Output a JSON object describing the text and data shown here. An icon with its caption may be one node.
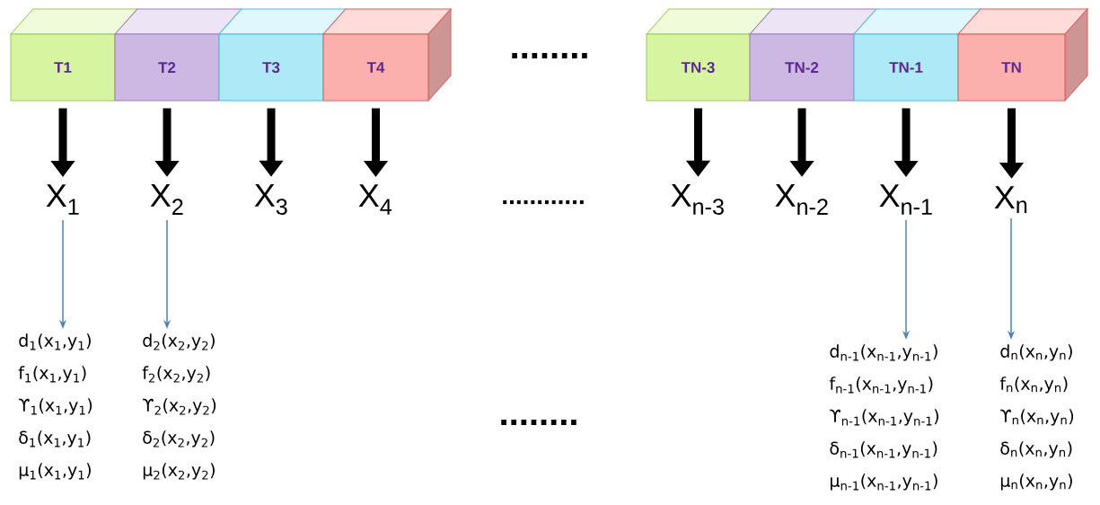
{
  "diagram": {
    "nodes": [
      {
        "text": [
          "T1"
        ]
      },
      {
        "text": [
          "T2"
        ]
      },
      {
        "text": [
          "T3"
        ]
      },
      {
        "text": [
          "T4"
        ]
      },
      {
        "text": [
          "TN-3"
        ]
      },
      {
        "text": [
          "TN-2"
        ]
      },
      {
        "text": [
          "TN-1"
        ]
      },
      {
        "text": [
          "TN"
        ]
      },
      {
        "text": [
          "X$_{1}$"
        ]
      },
      {
        "text": [
          "X$_{2}$"
        ]
      },
      {
        "text": [
          "X$_{3}$"
        ]
      },
      {
        "text": [
          "X$_{4}$"
        ]
      },
      {
        "text": [
          "X$_{n-3}$"
        ]
      },
      {
        "text": [
          "X$_{n-2}$"
        ]
      },
      {
        "text": [
          "X$_{n-1}$"
        ]
      },
      {
        "text": [
          "X$_{n}$"
        ]
      },
      {
        "text": [
          "d$_{1}$(x$_{1}$,y$_{1}$)",
          "f$_{1}$(x$_{1}$,y$_{1}$)",
          "ϒ$_{1}$(x$_{1}$,y$_{1}$)",
          "δ$_{1}$(x$_{1}$,y$_{1}$)",
          "μ$_{1}$(x$_{1}$,y$_{1}$)"
        ]
      },
      {
        "text": [
          "d$_{2}$(x$_{2}$,y$_{2}$)",
          "f$_{2}$(x$_{2}$,y$_{2}$)",
          "ϒ$_{2}$(x$_{2}$,y$_{2}$)",
          "δ$_{2}$(x$_{2}$,y$_{2}$)",
          "μ$_{2}$(x$_{2}$,y$_{2}$)"
        ]
      },
      {
        "text": [
          "d$_{n-1}$(x$_{n-1}$,y$_{n-1}$)",
          "f$_{n-1}$(x$_{n-1}$,y$_{n-1}$)",
          "ϒ$_{n-1}$(x$_{n-1}$,y$_{n-1}$)",
          "δ$_{n-1}$(x$_{n-1}$,y$_{n-1}$)",
          "μ$_{n-1}$(x$_{n-1}$,y$_{n-1}$)"
        ]
      },
      {
        "text": [
          "d$_{n}$(x$_{n}$,y$_{n}$)",
          "f$_{n}$(x$_{n}$,y$_{n}$)",
          "ϒ$_{n}$(x$_{n}$,y$_{n}$)",
          "δ$_{n}$(x$_{n}$,y$_{n}$)",
          "μ$_{n}$(x$_{n}$,y$_{n}$)"
        ]
      }
    ],
    "edges": [
      {
        "from": 0,
        "to": 8,
        "arrow": "to"
      },
      {
        "from": 1,
        "to": 9,
        "arrow": "to"
      },
      {
        "from": 2,
        "to": 10,
        "arrow": "to"
      },
      {
        "from": 3,
        "to": 11,
        "arrow": "to"
      },
      {
        "from": 4,
        "to": 12,
        "arrow": "to"
      },
      {
        "from": 5,
        "to": 13,
        "arrow": "to"
      },
      {
        "from": 6,
        "to": 14,
        "arrow": "to"
      },
      {
        "from": 7,
        "to": 15,
        "arrow": "to"
      },
      {
        "from": 8,
        "to": 16,
        "arrow": "to",
        "color": "#4f81bd"
      },
      {
        "from": 9,
        "to": 17,
        "arrow": "to",
        "color": "#4f81bd"
      },
      {
        "from": 14,
        "to": 18,
        "arrow": "to",
        "color": "#4f81bd"
      },
      {
        "from": 15,
        "to": 19,
        "arrow": "to",
        "color": "#4f81bd"
      }
    ],
    "labels": [
      "........",
      "............",
      "........"
    ]
  }
}
